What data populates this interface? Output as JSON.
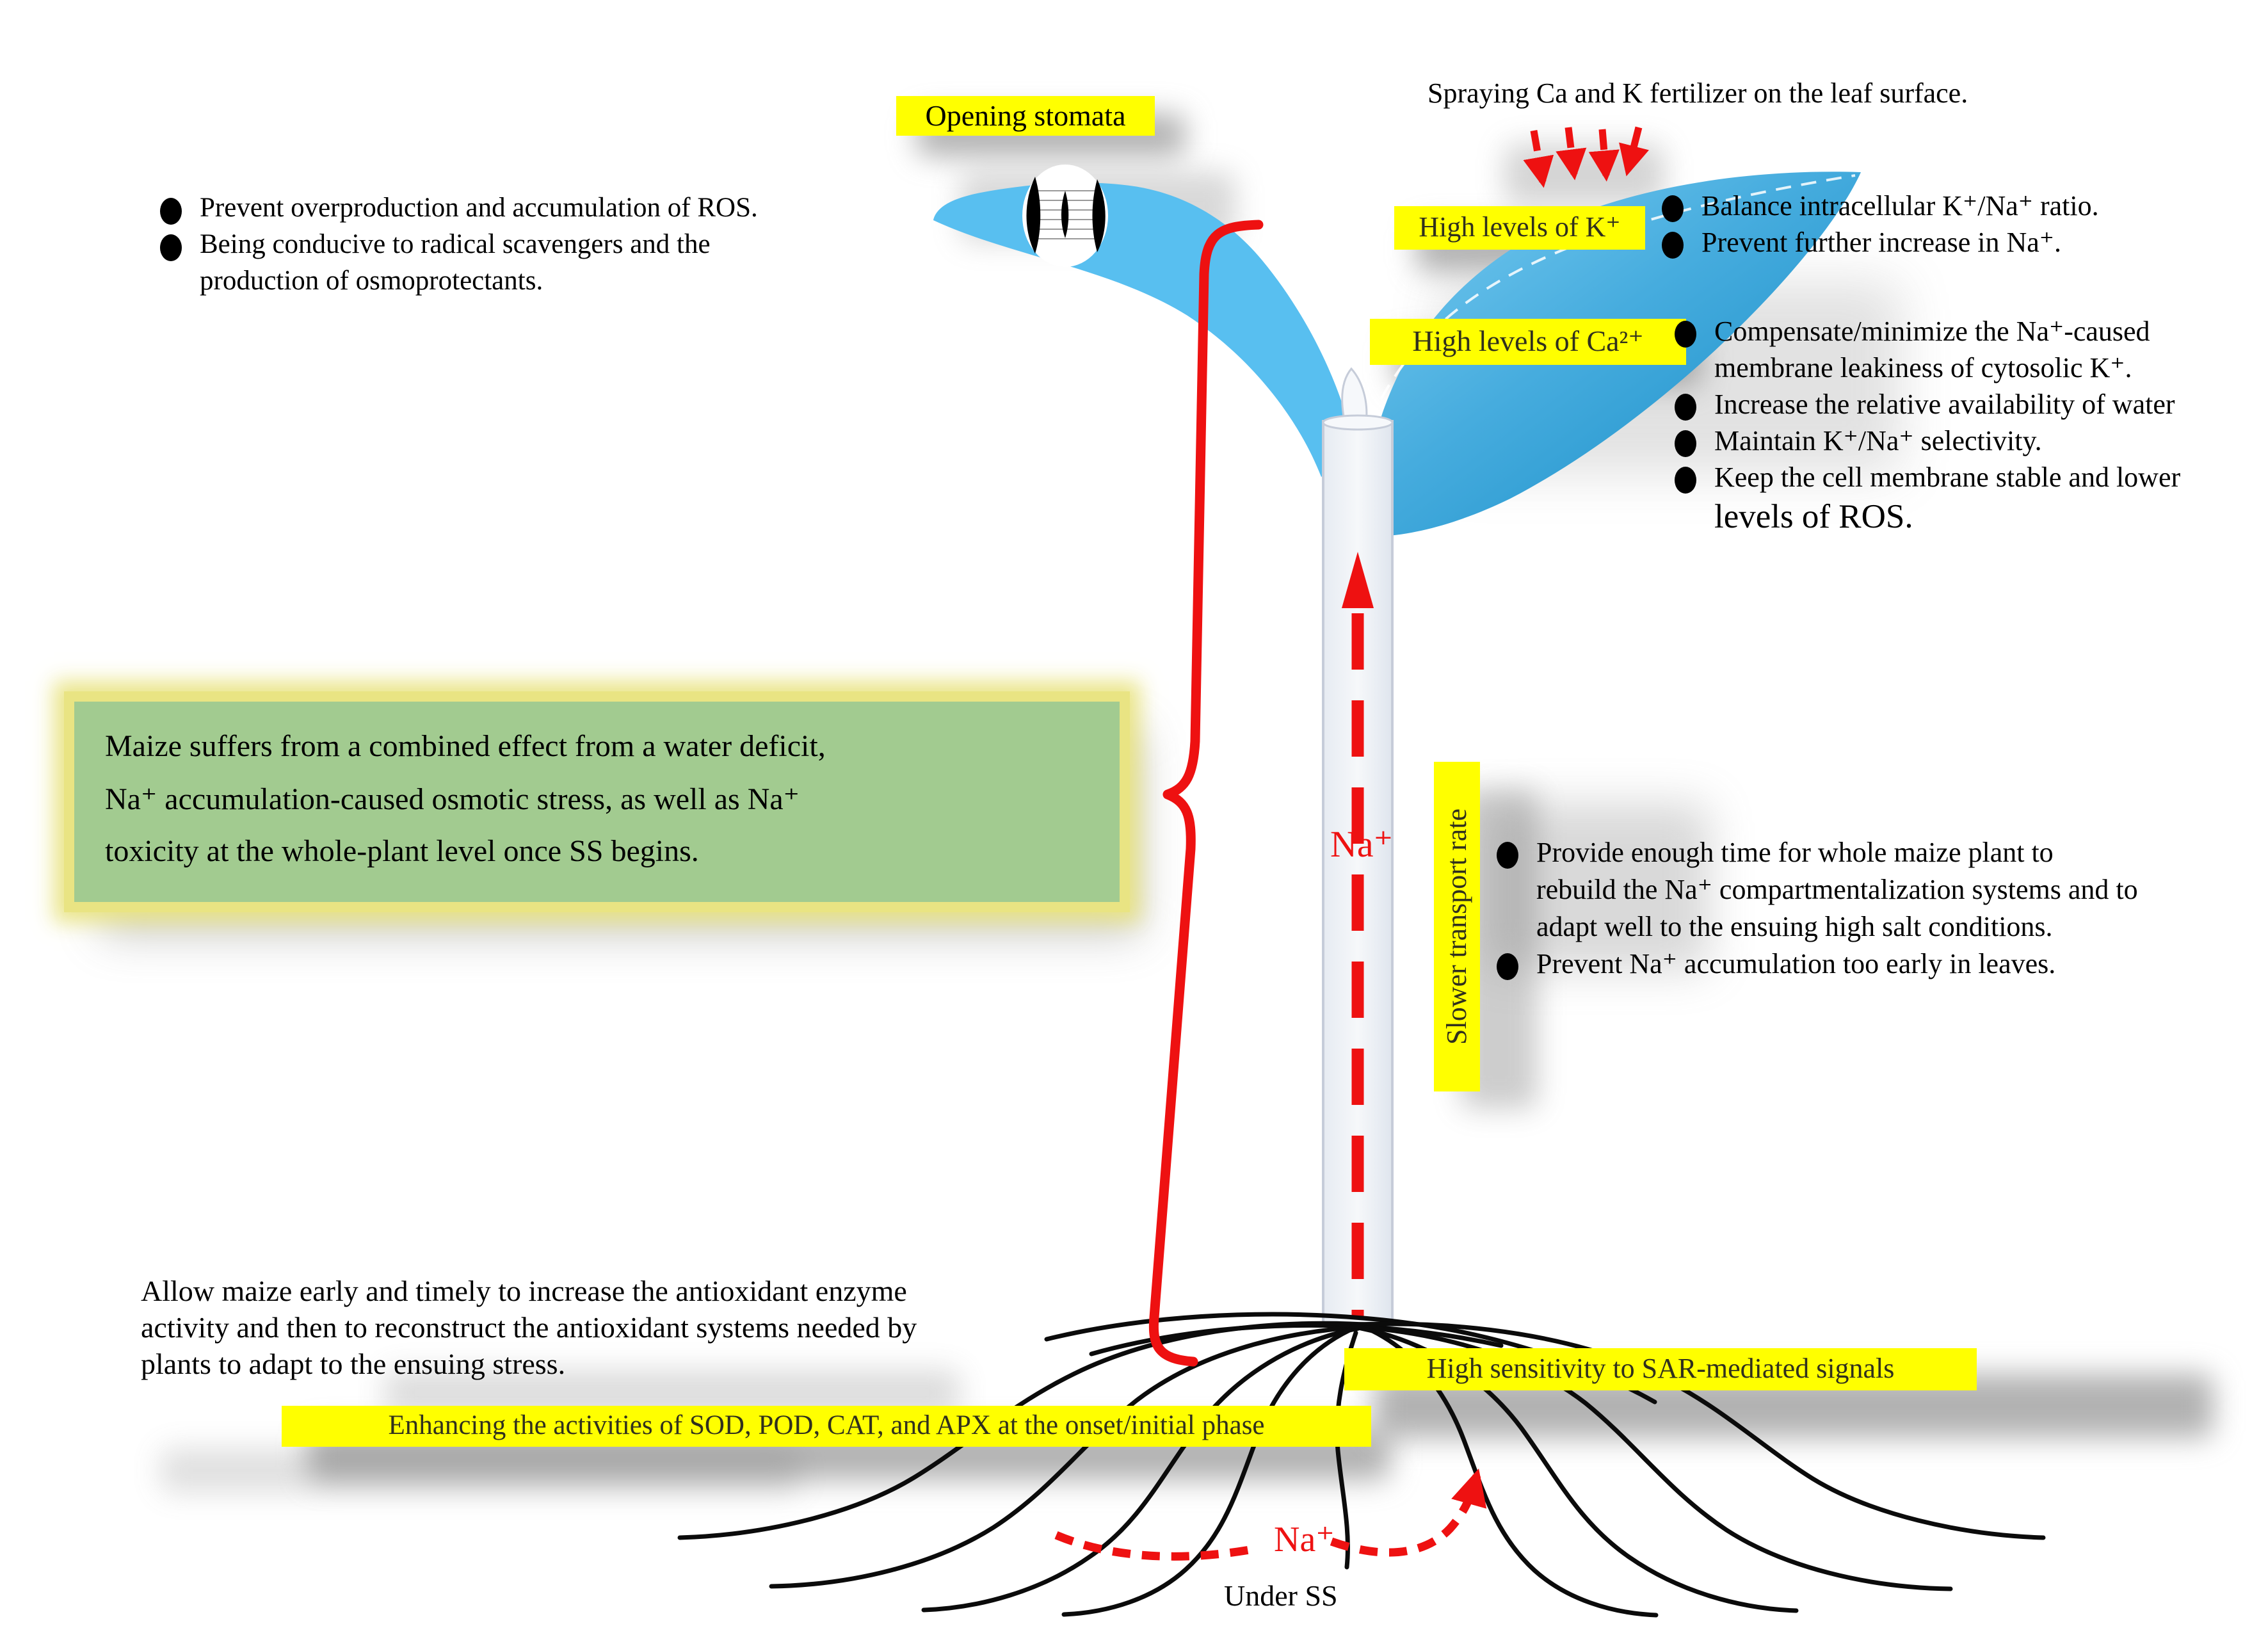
{
  "colors": {
    "highlight_yellow": "#FFFF00",
    "leaf_blue": "#58BFF0",
    "leaf_blue_dark": "#2E9CD2",
    "green_box_fill": "#A2CB90",
    "green_box_glow": "#E9E483",
    "accent_red": "#EE1111",
    "stem_fill": "#EFF2F6",
    "stem_border": "#C6CCD9"
  },
  "top": {
    "opening_stomata": "Opening stomata",
    "spraying": "Spraying Ca and K fertilizer on the leaf surface."
  },
  "stomata_benefits": {
    "lines": [
      "Prevent overproduction and accumulation of ROS.",
      "Being conducive to radical scavengers and the",
      "production of osmoprotectants."
    ]
  },
  "potassium": {
    "label": "High levels of K⁺",
    "lines": [
      "Balance intracellular K⁺/Na⁺ ratio.",
      "Prevent further increase in Na⁺."
    ]
  },
  "calcium": {
    "label": "High levels of Ca²⁺",
    "lines": [
      "Compensate/minimize the Na⁺-caused",
      "membrane leakiness of cytosolic K⁺.",
      "Increase the relative availability of water",
      "Maintain K⁺/Na⁺ selectivity.",
      "Keep the cell membrane stable and lower",
      "levels of ROS."
    ]
  },
  "green_box": {
    "lines": [
      "Maize suffers from a combined effect from a water deficit,",
      "Na⁺ accumulation-caused osmotic stress, as well as Na⁺",
      "toxicity at the whole-plant level once SS begins."
    ]
  },
  "transport": {
    "label": "Slower transport rate",
    "na_ion": "Na⁺",
    "lines": [
      "Provide enough time for whole maize plant to",
      "rebuild the Na⁺ compartmentalization systems and to",
      "adapt well to the ensuing high salt conditions.",
      "Prevent Na⁺ accumulation too early in leaves."
    ]
  },
  "antioxidant": {
    "lines": [
      "Allow maize early and timely to increase the antioxidant enzyme",
      "activity and then to reconstruct the antioxidant systems needed by",
      "plants to adapt to the ensuing stress."
    ],
    "banner": "Enhancing the activities of SOD, POD, CAT, and APX at the onset/initial phase"
  },
  "root": {
    "banner": "High sensitivity to SAR-mediated signals",
    "na_ion": "Na⁺",
    "caption": "Under SS"
  }
}
